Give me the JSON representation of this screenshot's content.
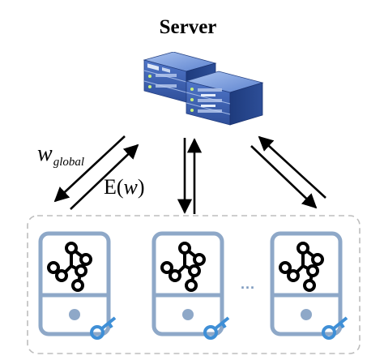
{
  "server": {
    "label": "Server",
    "icon": "server-rack-icon"
  },
  "links": {
    "download_label_main": "w",
    "download_label_sub": "global",
    "upload_label_prefix": "E(",
    "upload_label_var": "w",
    "upload_label_suffix": ")"
  },
  "clients": {
    "ellipsis": "...",
    "items": [
      {
        "icon": "mobile-device-icon",
        "model_icon": "graph-network-icon",
        "key_icon": "key-icon"
      },
      {
        "icon": "mobile-device-icon",
        "model_icon": "graph-network-icon",
        "key_icon": "key-icon"
      },
      {
        "icon": "mobile-device-icon",
        "model_icon": "graph-network-icon",
        "key_icon": "key-icon"
      }
    ]
  },
  "colors": {
    "device_outline": "#8ea8c8",
    "key": "#3f8fd6",
    "server_blue": "#3b62b8",
    "arrow": "#000000",
    "dashed_border": "#bdbdbd"
  }
}
